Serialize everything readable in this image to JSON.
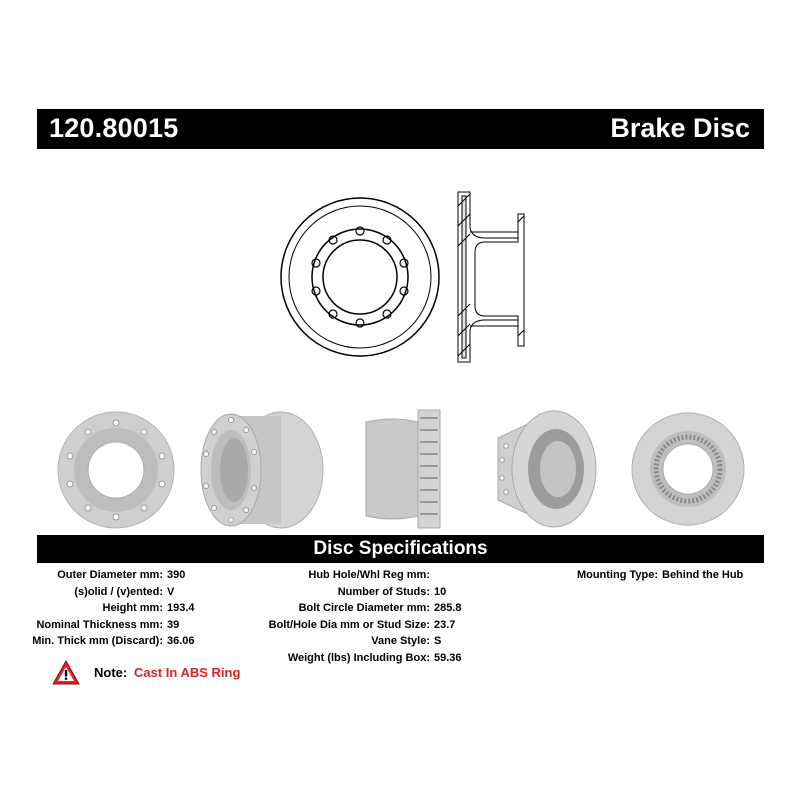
{
  "header": {
    "part_number": "120.80015",
    "product_type": "Brake Disc"
  },
  "specs": {
    "title": "Disc Specifications",
    "left": [
      {
        "label": "Outer Diameter mm:",
        "value": "390"
      },
      {
        "label": "(s)olid / (v)ented:",
        "value": "V"
      },
      {
        "label": "Height mm:",
        "value": "193.4"
      },
      {
        "label": "Nominal Thickness mm:",
        "value": "39"
      },
      {
        "label": "Min. Thick mm (Discard):",
        "value": "36.06"
      }
    ],
    "middle": [
      {
        "label": "Hub Hole/Whl Reg mm:",
        "value": ""
      },
      {
        "label": "Number of Studs:",
        "value": "10"
      },
      {
        "label": "Bolt Circle Diameter mm:",
        "value": "285.8"
      },
      {
        "label": "Bolt/Hole Dia mm or Stud Size:",
        "value": "23.7"
      },
      {
        "label": "Vane Style:",
        "value": "S"
      },
      {
        "label": "Weight (lbs) Including Box:",
        "value": "59.36"
      }
    ],
    "right": [
      {
        "label": "Mounting Type:",
        "value": "Behind the Hub"
      }
    ]
  },
  "note": {
    "label": "Note:",
    "text": "Cast In ABS Ring",
    "warning_color": "#d8232a"
  },
  "colors": {
    "bar": "#000000",
    "disc_gray": "#c8c8c8",
    "note_red": "#d8232a"
  },
  "icons": {
    "note": "warning-triangle-icon"
  }
}
